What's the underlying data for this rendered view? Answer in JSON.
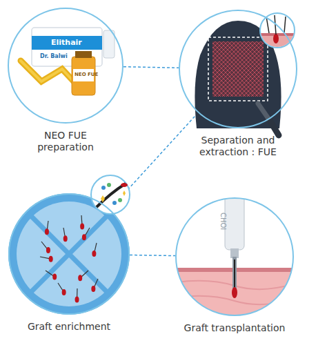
{
  "diagram": {
    "nodes": [
      {
        "text": [
          "NEO FUE preparation"
        ]
      },
      {
        "text": [
          "Separation and extraction : FUE"
        ]
      },
      {
        "text": [
          "Graft enrichment"
        ]
      },
      {
        "text": [
          "Graft transplantation"
        ]
      }
    ],
    "edges": [
      {
        "from": 0,
        "to": 1,
        "arrow": "none"
      },
      {
        "from": 1,
        "to": 2,
        "arrow": "none"
      },
      {
        "from": 2,
        "to": 3,
        "arrow": "none"
      }
    ],
    "labels": [
      "Elithair",
      "Dr. Balwi",
      "NEO FUE",
      "CHOI"
    ]
  }
}
